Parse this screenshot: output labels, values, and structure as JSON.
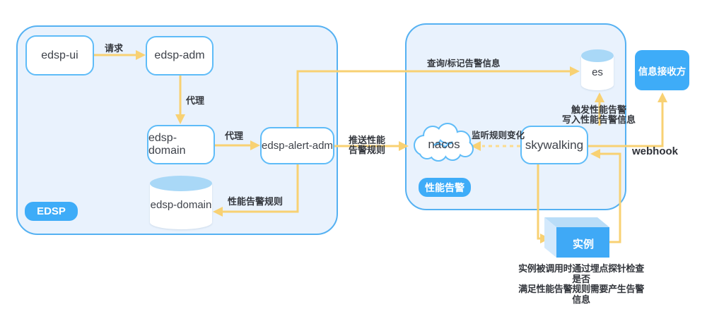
{
  "colors": {
    "accent_blue": "#3eacf8",
    "group_fill": "#e9f2fd",
    "group_border": "#55b1f2",
    "node_border": "#5fbcf8",
    "arrow_yellow": "#f8d173",
    "arrow_dash_yellow": "#fbdc90",
    "cylinder_top": "#a9d8f7",
    "cube_front": "#3fa9f6",
    "cube_top": "#b9ddf8",
    "cube_side": "#d3e9fc",
    "label_text": "#34373d"
  },
  "edsp_group": {
    "badge": "EDSP",
    "nodes": {
      "edsp_ui": "edsp-ui",
      "edsp_adm": "edsp-adm",
      "edsp_domain": "edsp-domain",
      "edsp_alert_adm": "edsp-alert-adm",
      "edsp_domain_db": "edsp-domain"
    }
  },
  "perf_group": {
    "badge": "性能告警",
    "nodes": {
      "nacos": "nacos",
      "skywalking": "skywalking",
      "es_db": "es"
    }
  },
  "external": {
    "receiver": "信息接收方",
    "instance": "实例",
    "caption_line1": "实例被调用时通过埋点探针检查是否",
    "caption_line2": "满足性能告警规则需要产生告警信息"
  },
  "edges": {
    "request": "请求",
    "proxy1": "代理",
    "proxy2": "代理",
    "perf_rule": "性能告警规则",
    "query_mark": "查询/标记告警信息",
    "push_line1": "推送性能",
    "push_line2": "告警规则",
    "listen": "监听规则变化",
    "trigger_line1": "触发性能告警",
    "trigger_line2": "写入性能告警信息",
    "webhook": "webhook"
  }
}
